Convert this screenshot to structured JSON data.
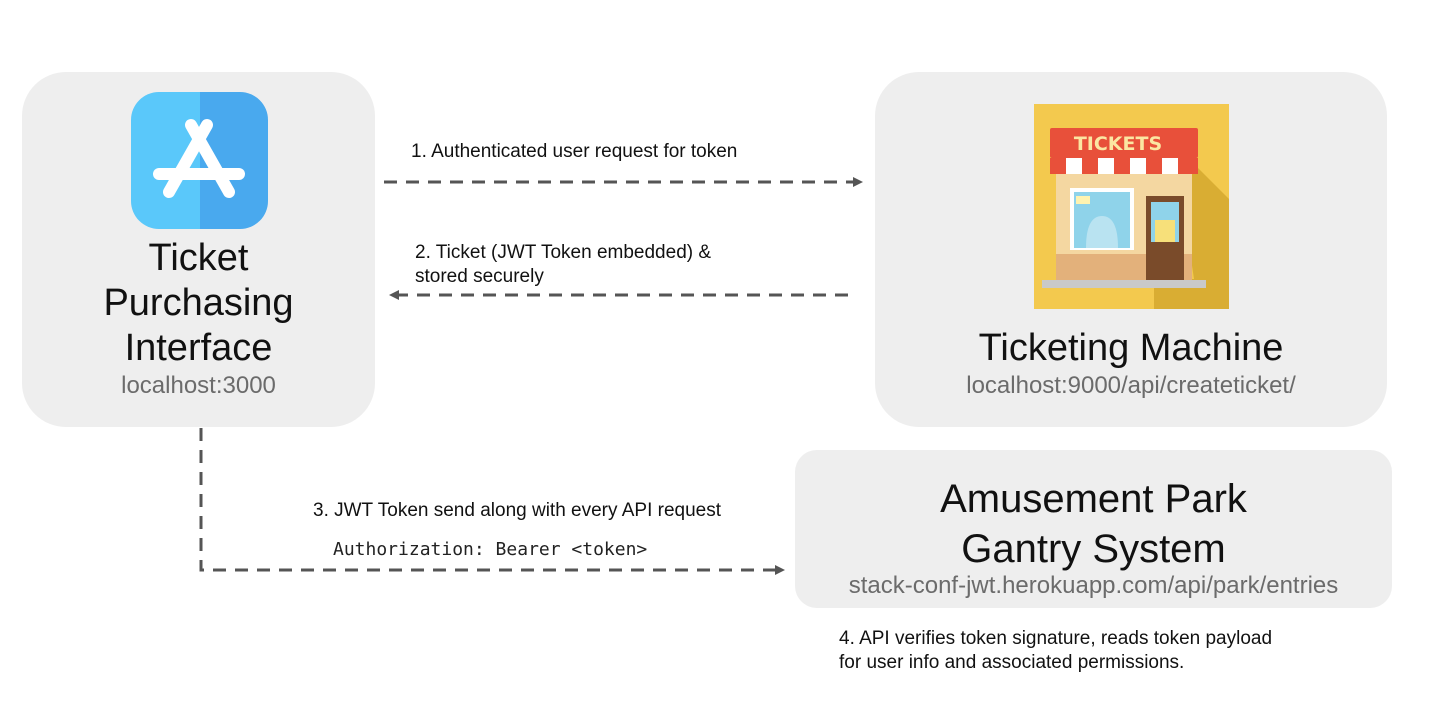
{
  "client": {
    "title": "Ticket\nPurchasing\nInterface",
    "subtitle": "localhost:3000"
  },
  "machine": {
    "title": "Ticketing Machine",
    "subtitle": "localhost:9000/api/createticket/",
    "sign_text": "TICKETS"
  },
  "park": {
    "title": "Amusement Park\nGantry System",
    "subtitle": "stack-conf-jwt.herokuapp.com/api/park/entries"
  },
  "steps": {
    "step1": "1. Authenticated user request for token",
    "step2": "2. Ticket (JWT Token embedded) &\nstored securely",
    "step3": "3. JWT Token send along with every API request",
    "step3_code": "Authorization: Bearer <token>",
    "step4": "4. API verifies token signature, reads token payload\nfor user info and associated permissions."
  },
  "colors": {
    "box_bg": "#eeeeee",
    "arrow": "#555555",
    "app_icon_light": "#5ac8fa",
    "app_icon_dark": "#4aa8f0",
    "shop_bg": "#f3c94e"
  },
  "icons": {
    "client": "app-store-icon",
    "machine": "ticket-shop-icon"
  }
}
